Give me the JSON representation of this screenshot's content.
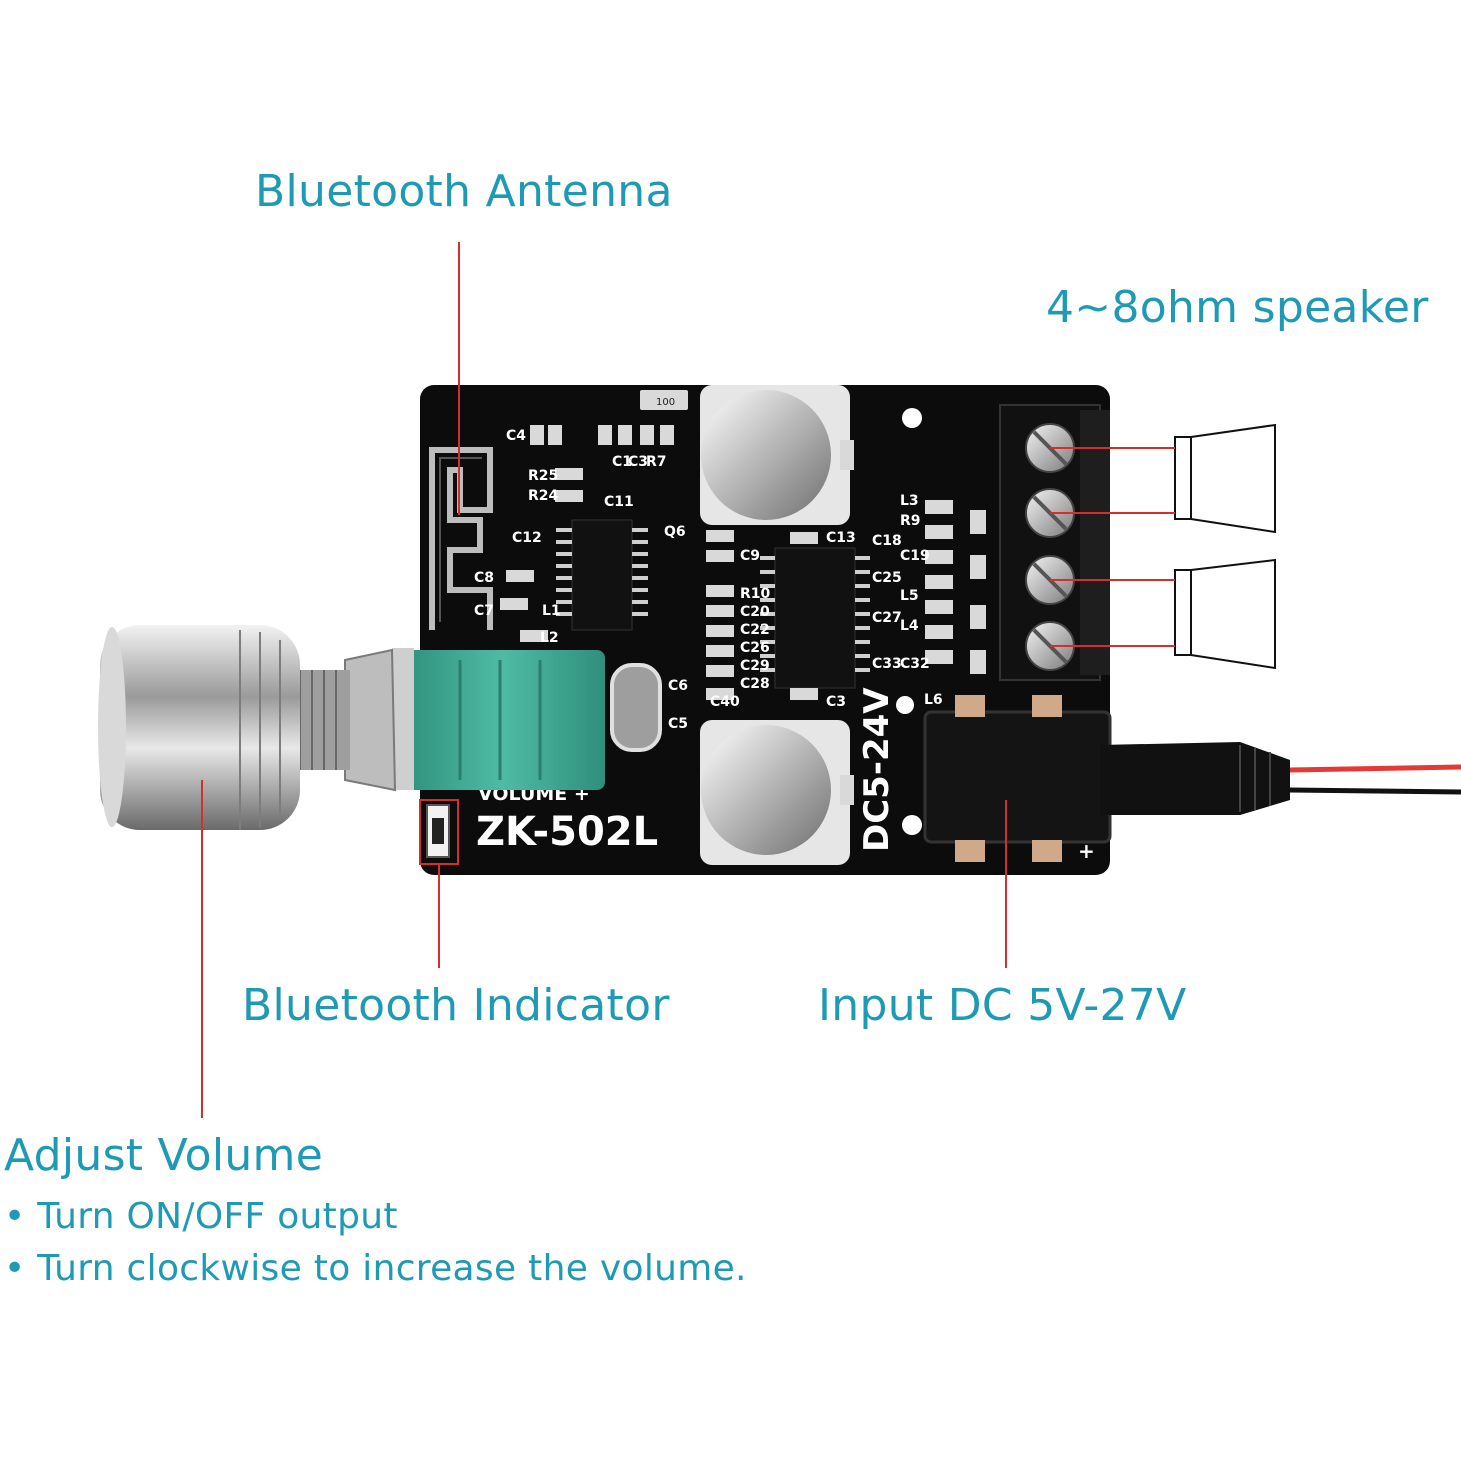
{
  "labels": {
    "antenna": "Bluetooth Antenna",
    "speaker": "4~8ohm speaker",
    "indicator": "Bluetooth Indicator",
    "input": "Input DC 5V-27V",
    "volume_title": "Adjust Volume",
    "volume_bullets": [
      "Turn ON/OFF output",
      "Turn clockwise to increase the volume."
    ]
  },
  "board": {
    "model": "ZK-502L",
    "voltage": "DC5-24V",
    "volume": "VOLUME +",
    "plus": "+",
    "components": [
      "C4",
      "R25",
      "R24",
      "C12",
      "C8",
      "C7",
      "L1",
      "L2",
      "C1",
      "C3",
      "R7",
      "C11",
      "Q6",
      "C9",
      "C13",
      "R10",
      "C20",
      "C22",
      "C26",
      "C29",
      "C28",
      "C40",
      "C3",
      "C18",
      "C25",
      "C27",
      "C33",
      "C19",
      "L5",
      "L4",
      "C32",
      "L6",
      "R9",
      "L3",
      "C6",
      "C5"
    ],
    "resistor_code": "100"
  },
  "colors": {
    "label": "#1f9ab5",
    "pointer": "#d32f2f",
    "board": "#0c0c0c",
    "potentiometer": "#3aa58f"
  }
}
